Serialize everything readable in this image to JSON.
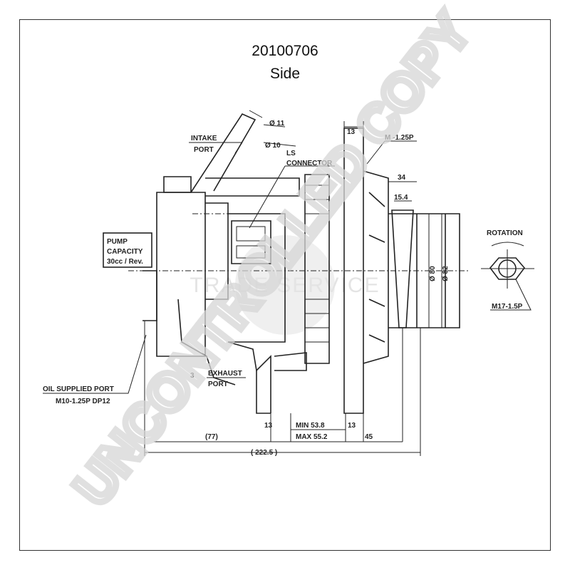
{
  "header": {
    "part_number": "20100706",
    "view": "Side"
  },
  "labels": {
    "intake_port": [
      "INTAKE",
      "PORT"
    ],
    "dia_11": "Ø 11",
    "dia_10": "Ø 10",
    "ls_connector": [
      "LS",
      "CONNECTOR"
    ],
    "thread_top": "M  -1.25P",
    "pump_capacity": [
      "PUMP",
      "CAPACITY",
      "30cc / Rev."
    ],
    "exhaust_port": [
      "EXHAUST",
      "PORT"
    ],
    "oil_supplied_port": [
      "OIL SUPPLIED  PORT",
      "M10-1.25P  DP12"
    ],
    "rotation": "ROTATION",
    "thread_shaft": "M17-1.5P",
    "small_3": "3"
  },
  "dimensions": {
    "top_13": "13",
    "pulley_34": "34",
    "pulley_15_4": "15.4",
    "dia_80": "Ø 80",
    "dia_82": "Ø 82",
    "bottom_13_left": "13",
    "bottom_13_right": "13",
    "min": "MIN 53.8",
    "max": "MAX 55.2",
    "dim_77": "(77)",
    "dim_45": "45",
    "total": "( 222.5 )"
  },
  "watermark": {
    "main": "UNCONTROLLED COPY",
    "secondary": "TRADE SERVICE"
  }
}
